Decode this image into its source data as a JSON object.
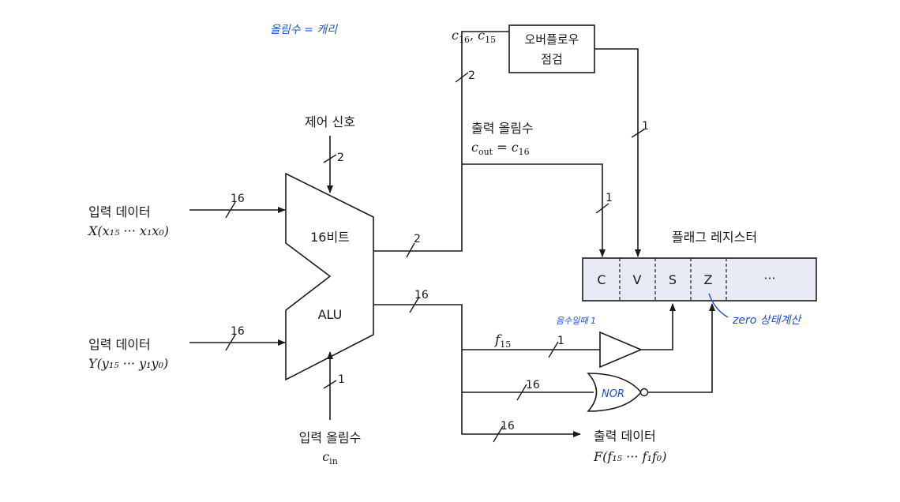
{
  "colors": {
    "ink": "#1a1a1a",
    "handwriting": "#1f4fd6",
    "register_fill": "#e8ebf5"
  },
  "annotation_top": "올림수 = 캐리",
  "overflow_box": {
    "line1": "오버플로우",
    "line2": "점검"
  },
  "overflow_inputs": {
    "text": "c",
    "sub1": "16",
    "sep": ", ",
    "text2": "c",
    "sub2": "15"
  },
  "control": {
    "label": "제어 신호",
    "width": "2"
  },
  "alu": {
    "top_label": "16비트",
    "bottom_label": "ALU"
  },
  "input_x": {
    "label": "입력 데이터",
    "formula": "X(x₁₅ ··· x₁x₀)",
    "width": "16"
  },
  "input_y": {
    "label": "입력 데이터",
    "formula": "Y(y₁₅ ··· y₁y₀)",
    "width": "16"
  },
  "carry_in": {
    "label": "입력 올림수",
    "symbol": "c",
    "sub": "in",
    "width": "1"
  },
  "carry_out": {
    "label": "출력 올림수",
    "formula_c": "c",
    "formula_sub": "out",
    "formula_eq": " = ",
    "formula_c2": "c",
    "formula_sub2": "16"
  },
  "widths": {
    "alu_carry_bus": "2",
    "alu_data_bus": "16",
    "to_overflow": "2",
    "overflow_out": "1",
    "carry_to_c": "1",
    "f15": "1",
    "to_nor": "16",
    "to_output": "16"
  },
  "f15_label": {
    "text": "f",
    "sub": "15"
  },
  "register": {
    "title": "플래그 레지스터",
    "cells": [
      "C",
      "V",
      "S",
      "Z",
      "···"
    ]
  },
  "output": {
    "label": "출력 데이터",
    "formula": "F(f₁₅ ··· f₁f₀)"
  },
  "notes": {
    "sign": "음수일때 1",
    "nor": "NOR",
    "zero": "zero 상태계산"
  }
}
